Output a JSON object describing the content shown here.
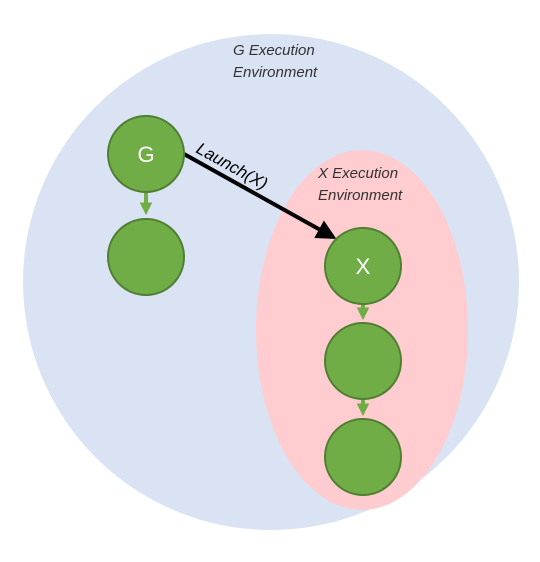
{
  "environments": {
    "g_env": {
      "label_line1": "G Execution",
      "label_line2": "Environment",
      "color": "#dae3f3"
    },
    "x_env": {
      "label_line1": "X Execution",
      "label_line2": "Environment",
      "color": "#ffcccf"
    }
  },
  "nodes": {
    "g": {
      "label": "G"
    },
    "g_child": {
      "label": ""
    },
    "x": {
      "label": "X"
    },
    "x_child1": {
      "label": ""
    },
    "x_child2": {
      "label": ""
    }
  },
  "edges": {
    "launch": {
      "label": "Launch(X)"
    }
  },
  "colors": {
    "node_fill": "#70ad47",
    "node_stroke": "#507e32",
    "node_arrow": "#70ad47",
    "launch_arrow": "#000000"
  }
}
